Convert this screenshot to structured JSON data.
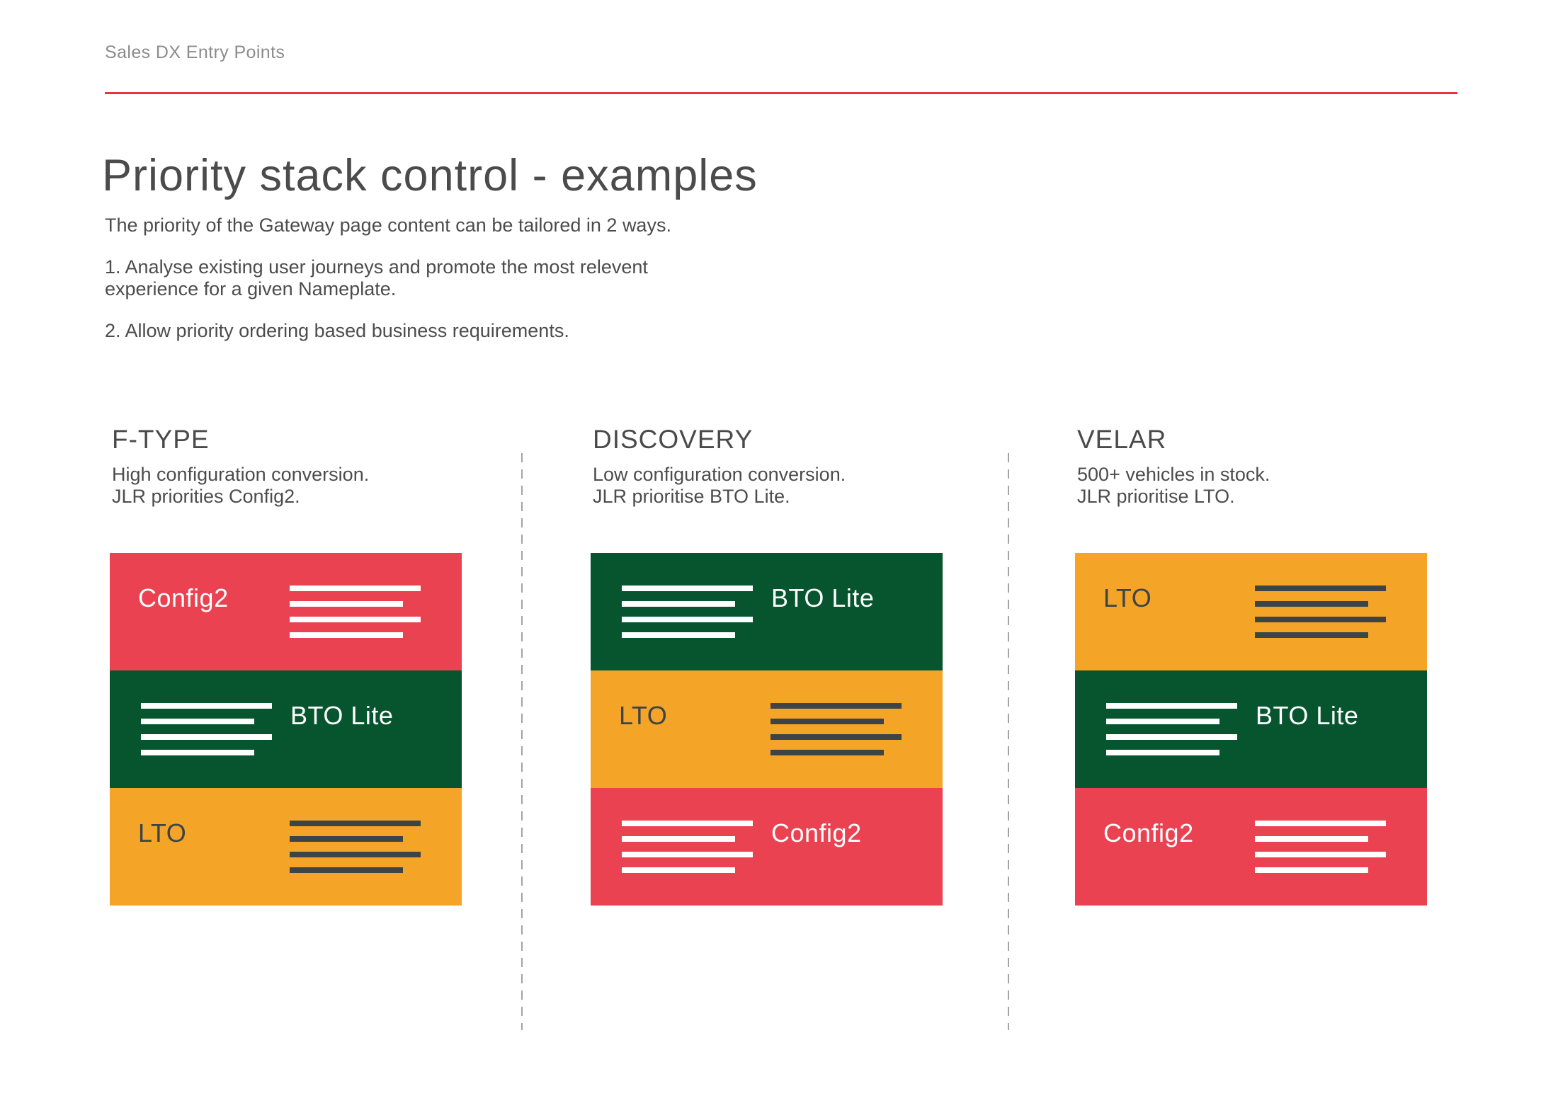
{
  "page": {
    "eyebrow": "Sales DX Entry Points",
    "title": "Priority stack control - examples",
    "intro": "The priority of the Gateway page content can be tailored in 2 ways.",
    "points": [
      "1. Analyse existing user journeys and promote the most relevent\nexperience for a given Nameplate.",
      "2. Allow priority ordering based business requirements."
    ]
  },
  "colors": {
    "red": "#EA4250",
    "green": "#06552E",
    "orange": "#F4A427",
    "slate": "#3D4448",
    "rule_red": "#E8323C",
    "title_gray": "#4B4B4B",
    "eyebrow_gray": "#8C8C8C",
    "divider_gray": "#A3A3A3"
  },
  "columns": [
    {
      "name": "F-TYPE",
      "description": "High configuration conversion.\nJLR priorities Config2.",
      "stack": [
        {
          "label": "Config2",
          "color": "red",
          "text_side": "left"
        },
        {
          "label": "BTO Lite",
          "color": "green",
          "text_side": "right"
        },
        {
          "label": "LTO",
          "color": "orange",
          "text_side": "left"
        }
      ]
    },
    {
      "name": "DISCOVERY",
      "description": "Low configuration conversion.\nJLR prioritise BTO Lite.",
      "stack": [
        {
          "label": "BTO Lite",
          "color": "green",
          "text_side": "right"
        },
        {
          "label": "LTO",
          "color": "orange",
          "text_side": "left"
        },
        {
          "label": "Config2",
          "color": "red",
          "text_side": "right"
        }
      ]
    },
    {
      "name": "VELAR",
      "description": "500+ vehicles in stock.\nJLR prioritise LTO.",
      "stack": [
        {
          "label": "LTO",
          "color": "orange",
          "text_side": "left"
        },
        {
          "label": "BTO Lite",
          "color": "green",
          "text_side": "right"
        },
        {
          "label": "Config2",
          "color": "red",
          "text_side": "left"
        }
      ]
    }
  ]
}
